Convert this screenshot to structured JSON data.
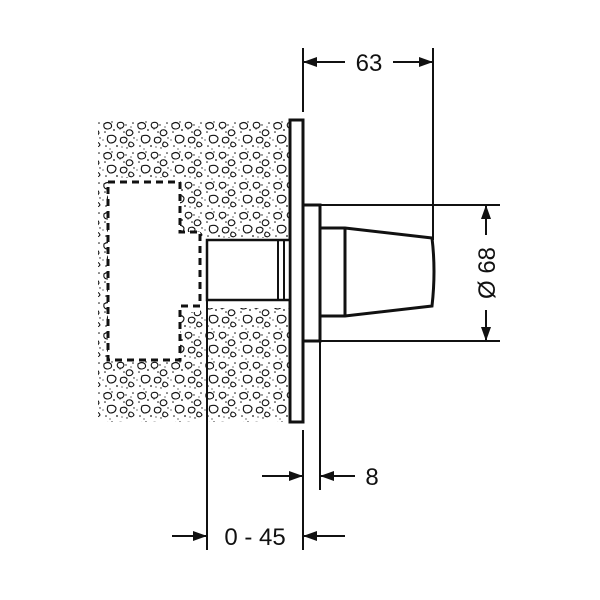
{
  "dimensions": {
    "depth": "63",
    "diameter": "Ø 68",
    "plate_thickness": "8",
    "installation_range": "0 - 45"
  },
  "colors": {
    "line": "#111111",
    "stone_fill": "#ffffff",
    "background": "#ffffff"
  }
}
